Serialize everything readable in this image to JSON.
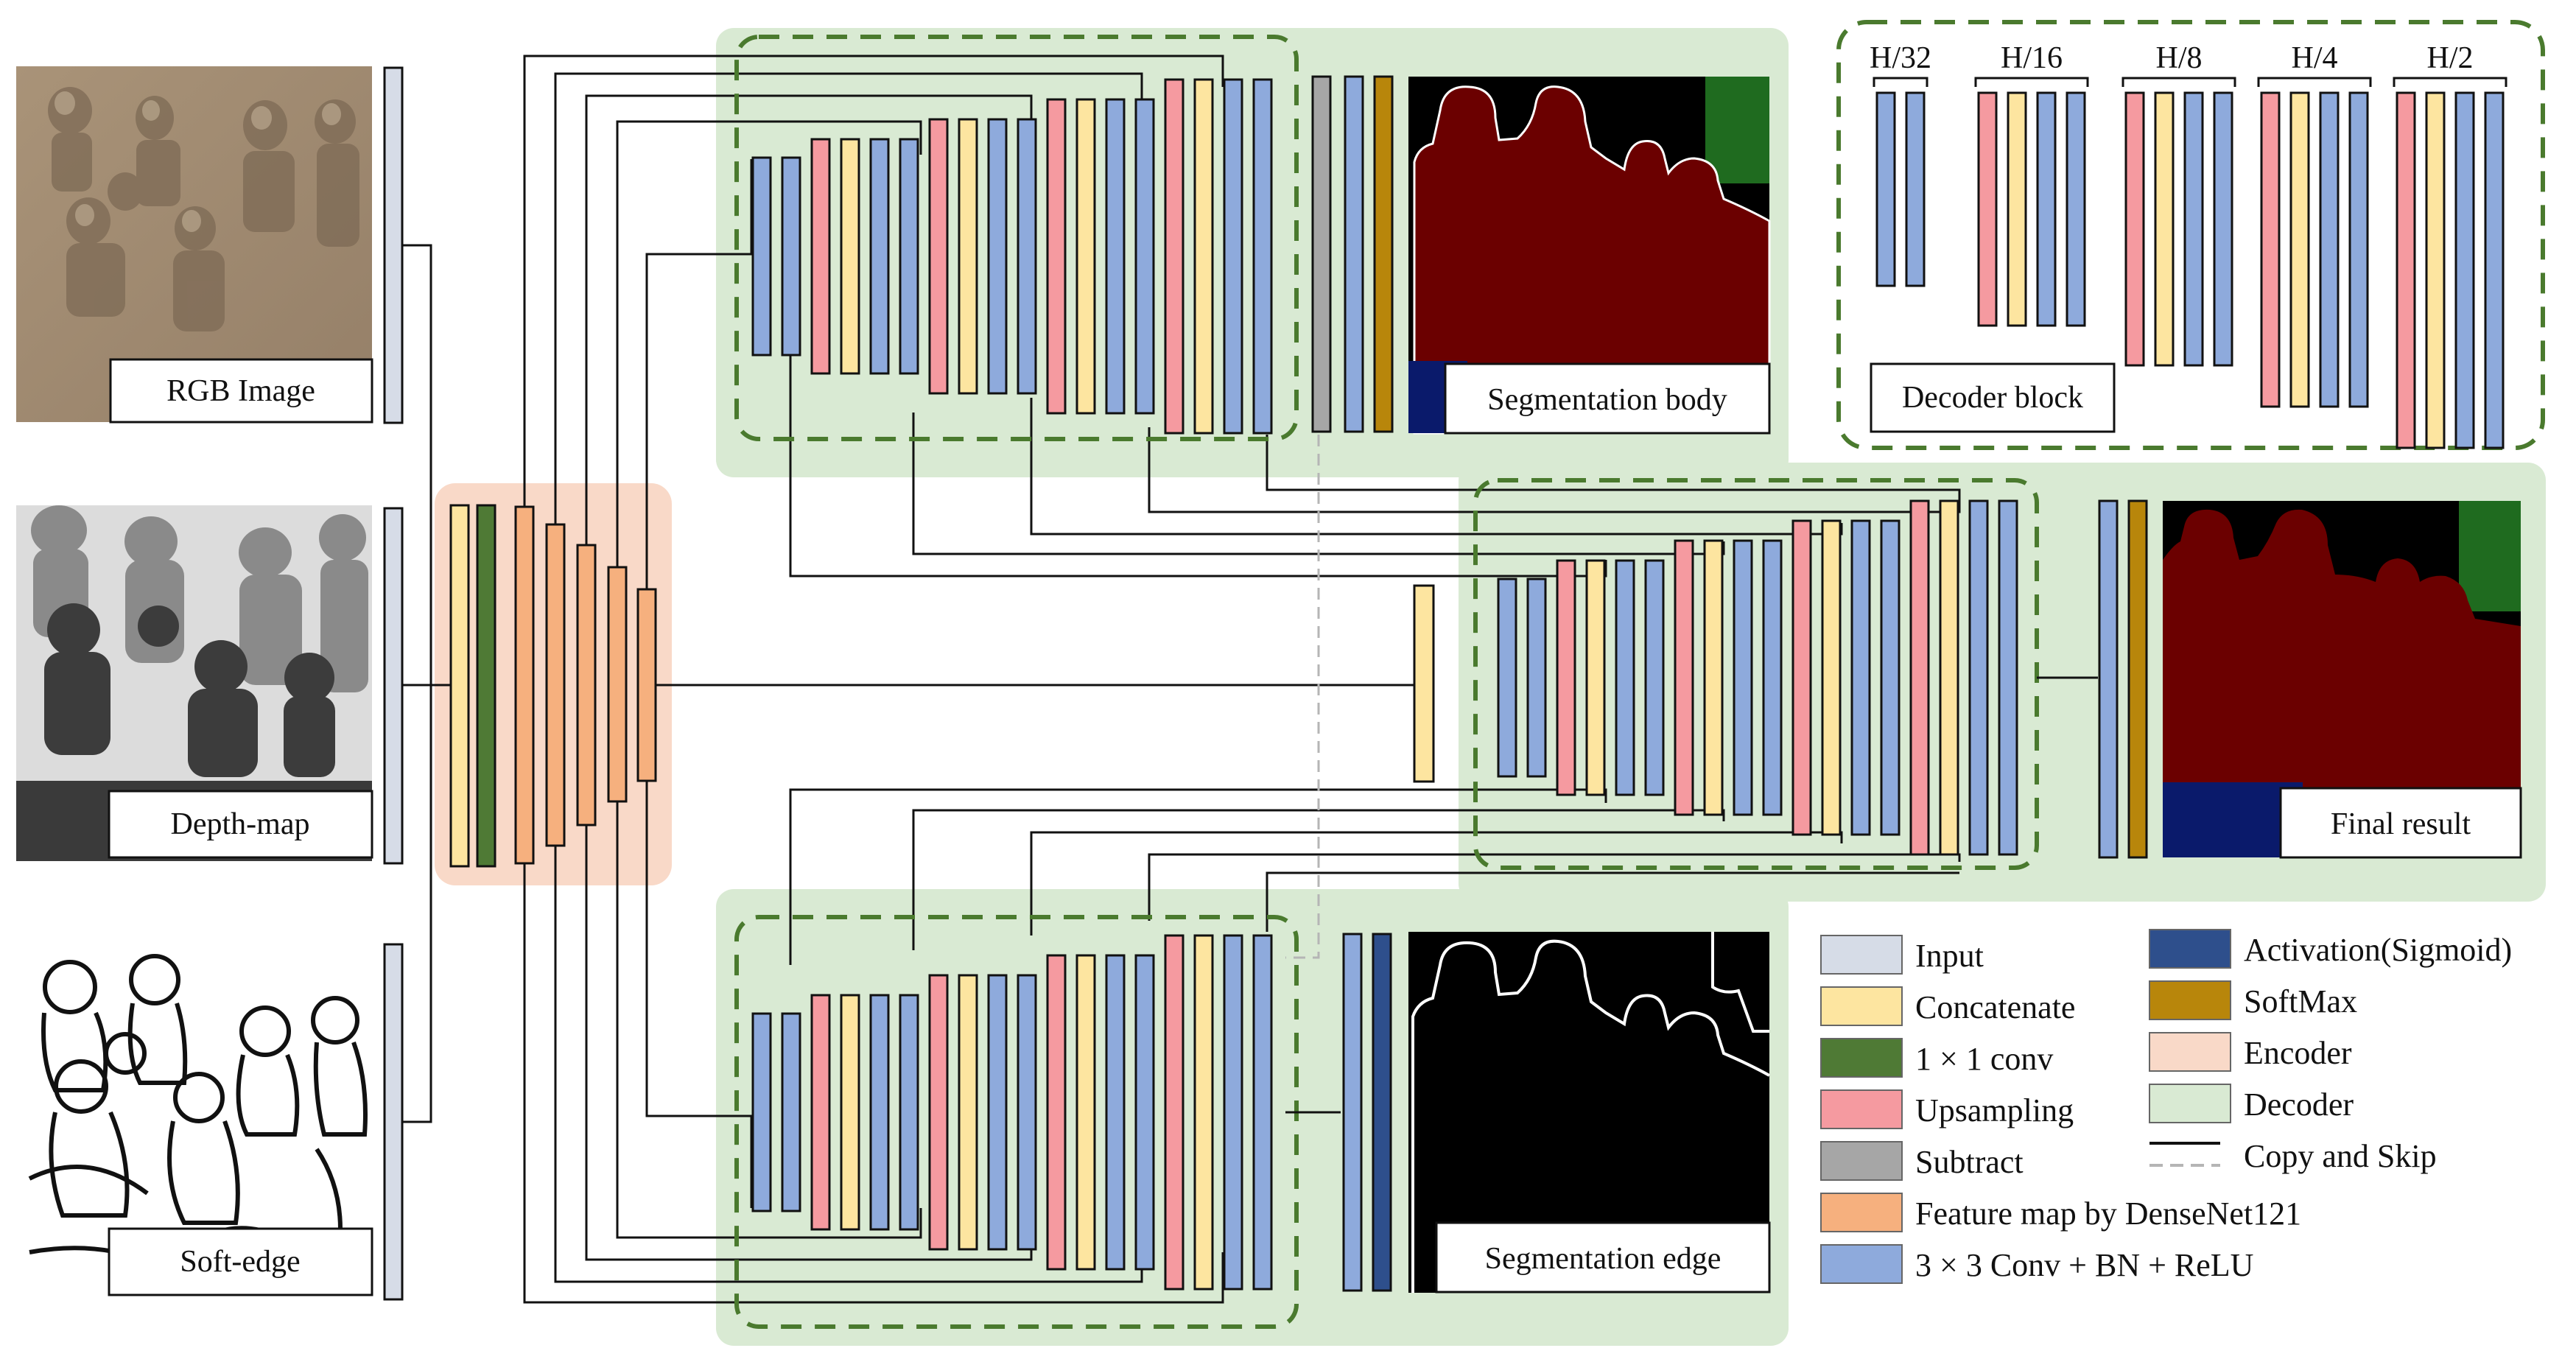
{
  "inputs": {
    "rgb_label": "RGB Image",
    "depth_label": "Depth-map",
    "edge_label": "Soft-edge"
  },
  "outputs": {
    "body_label": "Segmentation body",
    "edge_label": "Segmentation edge",
    "final_label": "Final result"
  },
  "decoder_block": {
    "label": "Decoder block",
    "scales": [
      "H/32",
      "H/16",
      "H/8",
      "H/4",
      "H/2"
    ]
  },
  "legend": {
    "items": [
      {
        "label": "Input",
        "color": "#d6dce7"
      },
      {
        "label": "Concatenate",
        "color": "#fde5a0"
      },
      {
        "label": "1 × 1 conv",
        "color": "#4f7a35"
      },
      {
        "label": "Upsampling",
        "color": "#f59aa0"
      },
      {
        "label": "Subtract",
        "color": "#a6a6a6"
      },
      {
        "label": "Feature map by DenseNet121",
        "color": "#f6b07e"
      },
      {
        "label": "3 × 3 Conv + BN + ReLU",
        "color": "#8eaadc"
      },
      {
        "label": "Activation(Sigmoid)",
        "color": "#2e4f8c"
      },
      {
        "label": "SoftMax",
        "color": "#b8860b"
      },
      {
        "label": "Encoder",
        "color": "#f9d9c8"
      },
      {
        "label": "Decoder",
        "color": "#d9ead3"
      },
      {
        "label": "Copy and Skip",
        "color": "#000000"
      }
    ]
  },
  "colors": {
    "input": "#d6dce7",
    "concat": "#fde5a0",
    "conv1x1": "#4f7a35",
    "upsample": "#f59aa0",
    "subtract": "#a6a6a6",
    "feature": "#f6b07e",
    "conv3x3": "#8eaadc",
    "sigmoid": "#2e4f8c",
    "softmax": "#b8860b",
    "encoder_bg": "#f9d9c8",
    "decoder_bg": "#d9ead3",
    "dashed_border": "#4a7a2e",
    "seg_red": "#6b0000",
    "seg_green": "#1f6b1f",
    "seg_navy": "#0a1a6b"
  }
}
